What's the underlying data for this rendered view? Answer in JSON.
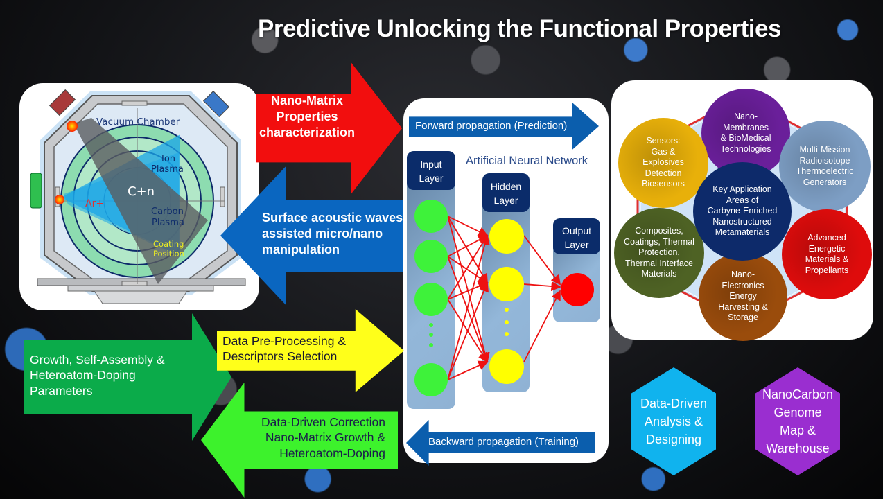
{
  "title": "Predictive Unlocking the Functional Properties",
  "chamber": {
    "labels": {
      "vacuum_chamber": "Vacuum Chamber",
      "ion_plasma_1": "Ion",
      "ion_plasma_2": "Plasma",
      "carbon_plasma_1": "Carbon",
      "carbon_plasma_2": "Plasma",
      "argon": "Ar+",
      "carbon_ion": "C+n",
      "coating_1": "Coating",
      "coating_2": "Position"
    }
  },
  "arrows": {
    "red": {
      "lines": [
        "Nano-Matrix",
        "Properties",
        "characterization"
      ],
      "color": "#f20e0e"
    },
    "blue": {
      "lines": [
        "Surface acoustic waves-",
        "assisted micro/nano",
        "manipulation"
      ],
      "color": "#0a66c0"
    },
    "green": {
      "lines": [
        "Growth, Self-Assembly &",
        "Heteroatom-Doping",
        "Parameters"
      ],
      "color": "#0bab4a"
    },
    "yellow": {
      "lines": [
        "Data Pre-Processing &",
        "Descriptors Selection"
      ],
      "color": "#ffff1a"
    },
    "lime": {
      "lines": [
        "Data-Driven Correction",
        "Nano-Matrix Growth &",
        "Heteroatom-Doping"
      ],
      "color": "#3df22c"
    }
  },
  "ann": {
    "forward": "Forward propagation (Prediction)",
    "backward": "Backward propagation (Training)",
    "title": "Artificial Neural Network",
    "input_layer": [
      "Input",
      "Layer"
    ],
    "hidden_layer": [
      "Hidden",
      "Layer"
    ],
    "output_layer": [
      "Output",
      "Layer"
    ]
  },
  "applications": {
    "center": [
      "Key Application",
      "Areas of",
      "Carbyne-Enriched",
      "Nanostructured",
      "Metamaterials"
    ],
    "items": [
      {
        "lines": [
          "Nano-",
          "Membranes",
          "& BioMedical",
          "Technologies"
        ],
        "color": "#6a1f9a"
      },
      {
        "lines": [
          "Multi-Mission",
          "Radioisotope",
          "Thermoelectric",
          "Generators"
        ],
        "color": "#7d9ec4"
      },
      {
        "lines": [
          "Advanced",
          "Energetic",
          "Materials &",
          "Propellants"
        ],
        "color": "#de0c0c"
      },
      {
        "lines": [
          "Nano-",
          "Electronics",
          "Energy",
          "Harvesting &",
          "Storage"
        ],
        "color": "#9a4c0c"
      },
      {
        "lines": [
          "Composites,",
          "Coatings, Thermal",
          "Protection,",
          "Thermal Interface",
          "Materials"
        ],
        "color": "#4e6224"
      },
      {
        "lines": [
          "Sensors:",
          "Gas &",
          "Explosives",
          "Detection",
          "Biosensors"
        ],
        "color": "#e8b00a"
      }
    ]
  },
  "hexagons": {
    "blue": {
      "lines": [
        "Data-Driven",
        "Analysis &",
        "Designing"
      ],
      "color": "#10b3ee"
    },
    "purple": {
      "lines": [
        "NanoCarbon",
        "Genome",
        "Map &",
        "Warehouse"
      ],
      "color": "#9a2ed0"
    }
  }
}
